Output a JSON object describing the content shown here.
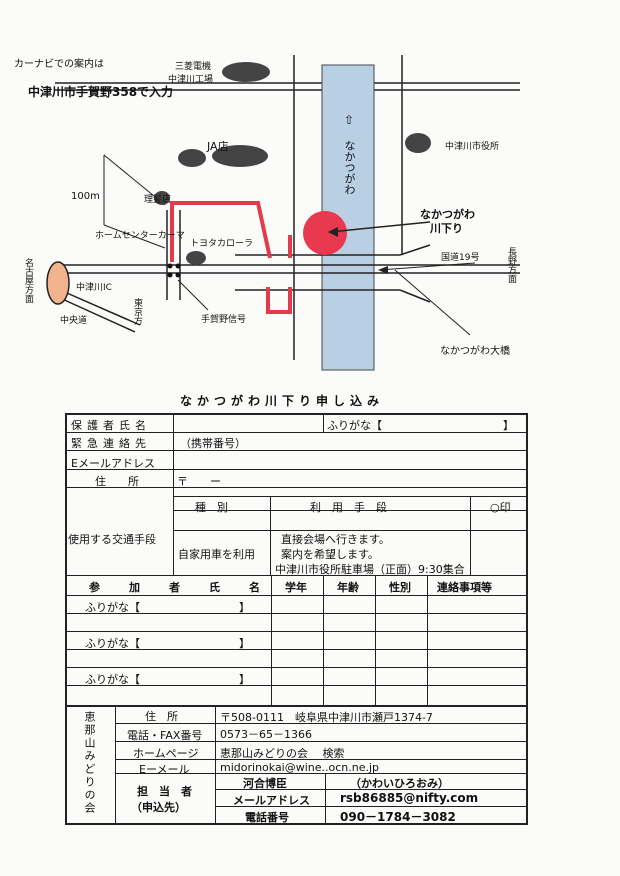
{
  "map": {
    "carnavi_label": "カーナビでの案内は",
    "carnavi_address": "中津川市手賀野358で入力",
    "mitsubishi_line1": "三菱電機",
    "mitsubishi_line2": "中津川工場",
    "ja_label": "JA店",
    "city_office": "中津川市役所",
    "distance_label": "100m",
    "barber": "理髪店",
    "home_center": "ホームセンターカーマ",
    "toyota": "トヨタカローラ",
    "river_label": "なかつがわ",
    "river_arrow": "⇧",
    "rafting_line1": "なかつがわ",
    "rafting_line2": "川下り",
    "national_road": "国道19号",
    "nagano_dir": "長野方面",
    "nagoya_dir": "名古屋方面",
    "nakatsugawa_ic": "中津川IC",
    "chuo_expressway": "中央道",
    "tokyo_dir": "東京方",
    "signal": "手賀野信号",
    "bridge": "なかつがわ大橋"
  },
  "form": {
    "title": "なかつがわ川下り申し込み",
    "guardian_name": "保護者氏名",
    "furigana_bracket": "ふりがな【　　　　　　　　　　　】",
    "emergency": "緊急連絡先",
    "mobile": "（携帯番号）",
    "email_label": "Eメールアドレス",
    "address_label": "住　　所",
    "postal": "〒　　ー",
    "category": "種　別",
    "usage_means": "利　用　手　段",
    "circle_mark": "○印",
    "transport": "使用する交通手段",
    "car_use": "自家用車を利用",
    "option1": "直接会場へ行きます。",
    "option2": "案内を希望します。",
    "option3": "中津川市役所駐車場（正面）9:30集合",
    "participant_name": "参　加　者　氏　名",
    "age_year": "学年",
    "age": "年齢",
    "gender": "性別",
    "contact_notes": "連絡事項等",
    "participant_furigana": "ふりがな【　　　　　　　　　】"
  },
  "org": {
    "name": "恵那山みどりの会",
    "address_label": "住　所",
    "address": "〒508-0111　岐阜県中津川市瀬戸1374-7",
    "tel_label": "電話・FAX番号",
    "tel": "0573－65－1366",
    "homepage_label": "ホームページ",
    "homepage": "恵那山みどりの会　 検索",
    "email_label": "Eーメール",
    "email": "midorinokai@wine..ocn.ne.jp",
    "person_label": "担　当　者",
    "person_sub": "（申込先）",
    "person_name": "河合博臣",
    "person_kana": "（かわいひろおみ）",
    "person_email_label": "メールアドレス",
    "person_email": "rsb86885@nifty.com",
    "person_tel_label": "電話番号",
    "person_tel": "090－1784－3082"
  }
}
